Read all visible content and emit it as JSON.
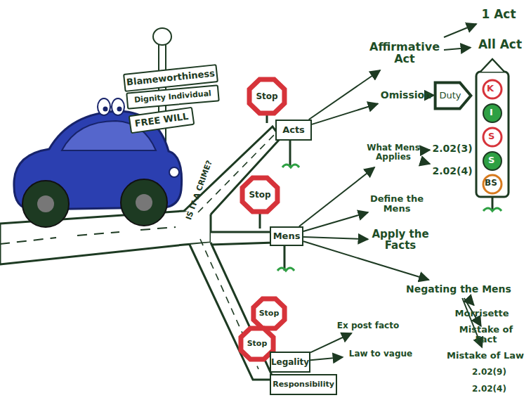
{
  "diagram": {
    "nodes": [
      {
        "text": [
          "Blameworthiness"
        ]
      },
      {
        "text": [
          "Dignity Individual"
        ]
      },
      {
        "text": [
          "FREE WILL"
        ]
      },
      {
        "text": [
          "Stop"
        ]
      },
      {
        "text": [
          "Acts"
        ]
      },
      {
        "text": [
          "Affirmative Act"
        ]
      },
      {
        "text": [
          "1 Act"
        ]
      },
      {
        "text": [
          "All Act"
        ]
      },
      {
        "text": [
          "Omission"
        ]
      },
      {
        "text": [
          "Duty"
        ]
      },
      {
        "text": [
          "Stop"
        ]
      },
      {
        "text": [
          "Mens"
        ]
      },
      {
        "text": [
          "What Mens Applies"
        ]
      },
      {
        "text": [
          "2.02(3)"
        ]
      },
      {
        "text": [
          "2.02(4)"
        ]
      },
      {
        "text": [
          "Define the Mens"
        ]
      },
      {
        "text": [
          "Apply the Facts"
        ]
      },
      {
        "text": [
          "Negating the Mens"
        ]
      },
      {
        "text": [
          "Morrisette"
        ]
      },
      {
        "text": [
          "Mistake of Fact"
        ]
      },
      {
        "text": [
          "Mistake of Law"
        ]
      },
      {
        "text": [
          "Stop"
        ]
      },
      {
        "text": [
          "Stop"
        ]
      },
      {
        "text": [
          "Legality"
        ]
      },
      {
        "text": [
          "Ex post facto"
        ]
      },
      {
        "text": [
          "Law to vague"
        ]
      },
      {
        "text": [
          "Responsibility"
        ]
      }
    ],
    "edges": [
      {
        "from": 4,
        "to": 5,
        "arrow": "to"
      },
      {
        "from": 4,
        "to": 8,
        "arrow": "to"
      },
      {
        "from": 5,
        "to": 6,
        "arrow": "to"
      },
      {
        "from": 5,
        "to": 7,
        "arrow": "to"
      },
      {
        "from": 8,
        "to": 9,
        "arrow": "to"
      },
      {
        "from": 11,
        "to": 12,
        "arrow": "to"
      },
      {
        "from": 12,
        "to": 13,
        "arrow": "to"
      },
      {
        "from": 12,
        "to": 14,
        "arrow": "to"
      },
      {
        "from": 11,
        "to": 15,
        "arrow": "to"
      },
      {
        "from": 11,
        "to": 16,
        "arrow": "to"
      },
      {
        "from": 11,
        "to": 17,
        "arrow": "to"
      },
      {
        "from": 17,
        "to": 18,
        "arrow": "to"
      },
      {
        "from": 17,
        "to": 19,
        "arrow": "to"
      },
      {
        "from": 17,
        "to": 20,
        "arrow": "to"
      },
      {
        "from": 23,
        "to": 24,
        "arrow": "to"
      },
      {
        "from": 23,
        "to": 25,
        "arrow": "to"
      }
    ],
    "labels": [
      "IS IT A CRIME?",
      "K",
      "I",
      "S",
      "S",
      "BS",
      "2.02(9)",
      "2.02(4)"
    ]
  }
}
